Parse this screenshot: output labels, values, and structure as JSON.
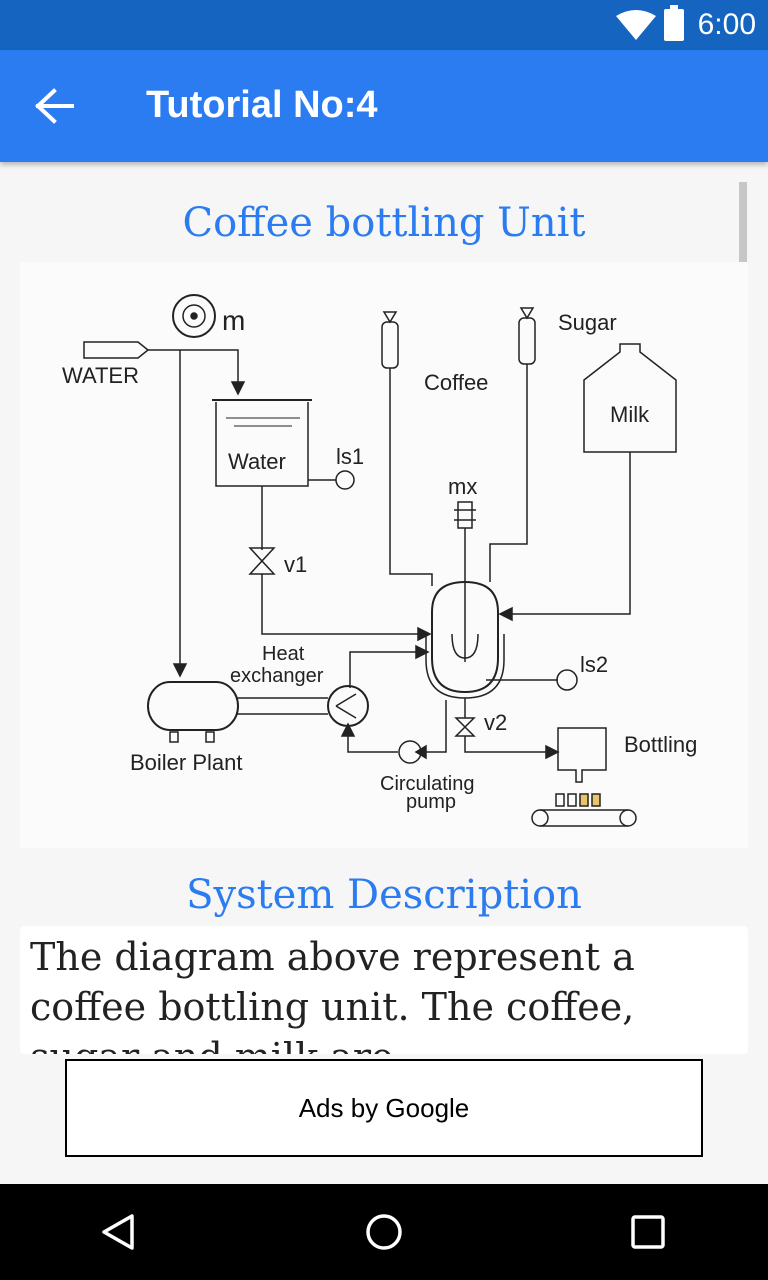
{
  "status_bar": {
    "time": "6:00",
    "wifi_icon": "wifi-icon",
    "battery_icon": "battery-icon"
  },
  "app_bar": {
    "back_icon": "arrow-left-icon",
    "title": "Tutorial No:4"
  },
  "diagram_section": {
    "title": "Coffee bottling Unit"
  },
  "diagram": {
    "labels": {
      "m": "m",
      "water_inlet": "WATER",
      "water_tank": "Water",
      "ls1": "ls1",
      "v1": "v1",
      "coffee": "Coffee",
      "sugar": "Sugar",
      "milk": "Milk",
      "mx": "mx",
      "heat_exchanger_1": "Heat",
      "heat_exchanger_2": "exchanger",
      "ls2": "ls2",
      "v2": "v2",
      "bottling": "Bottling",
      "boiler": "Boiler Plant",
      "pump_1": "Circulating",
      "pump_2": "pump"
    }
  },
  "description_section": {
    "title": "System Description",
    "text": "The diagram above represent a coffee bottling unit. The coffee, sugar and milk are"
  },
  "ad": {
    "label": "Ads by Google"
  },
  "nav_bar": {
    "back_icon": "triangle-back-icon",
    "home_icon": "circle-home-icon",
    "recents_icon": "square-recents-icon"
  },
  "colors": {
    "accent": "#2b7cf0",
    "status_bar": "#1565c0"
  }
}
